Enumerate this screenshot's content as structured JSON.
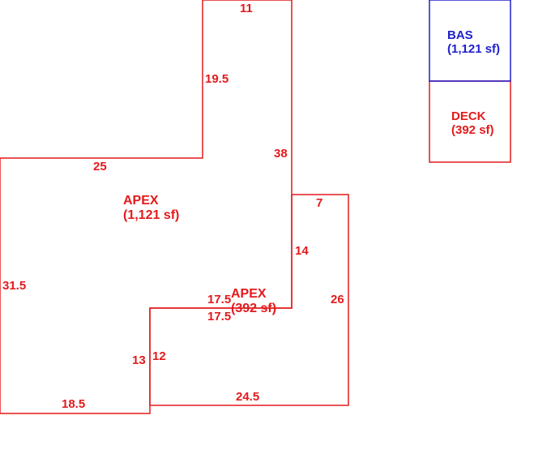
{
  "colors": {
    "apex": "#e31a1c",
    "bas": "#1f1fcc",
    "deck": "#e31a1c",
    "background": "#ffffff"
  },
  "legend": {
    "bas": {
      "name": "BAS",
      "area": "(1,121 sf)"
    },
    "deck": {
      "name": "DECK",
      "area": "(392 sf)"
    }
  },
  "areas": {
    "main": {
      "name": "APEX",
      "area": "(1,121 sf)"
    },
    "small": {
      "name": "APEX",
      "area": "(392 sf)"
    }
  },
  "dimensions": {
    "top": "11",
    "upper_left_vertical": "19.5",
    "right_tall": "38",
    "upper_step": "25",
    "right_step_top": "7",
    "right_step_vertical": "14",
    "left_side": "31.5",
    "small_right": "26",
    "inner_top_a": "17.5",
    "inner_top_b": "17.5",
    "inner_left_a": "13",
    "inner_left_b": "12",
    "bottom_left": "18.5",
    "bottom_right": "24.5"
  }
}
